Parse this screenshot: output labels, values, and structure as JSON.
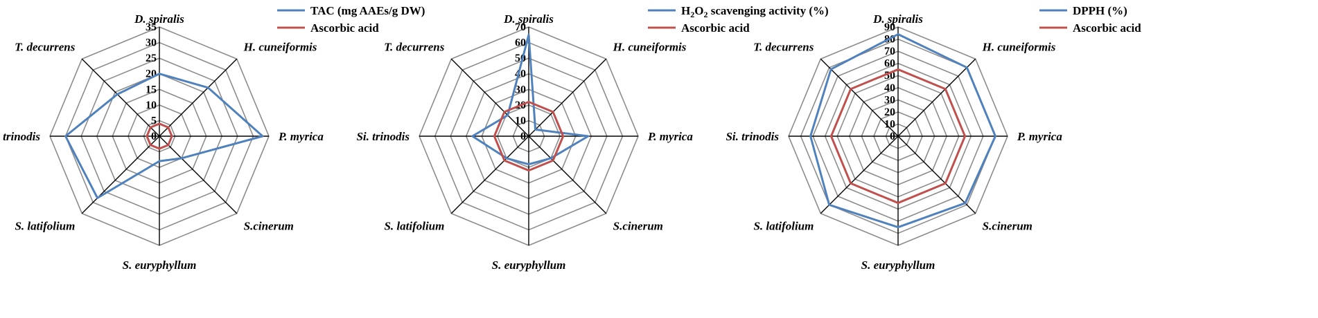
{
  "colors": {
    "series_blue": "#4f81bd",
    "ascorbic_red": "#c0504d",
    "grid": "#8c8c8c",
    "spoke": "#000000"
  },
  "chart_data": [
    {
      "type": "radar",
      "categories": [
        "D. spiralis",
        "H. cuneiformis",
        "P. myrica",
        "S.cinerum",
        "S. euryphyllum",
        "S. latifolium",
        "Si. trinodis",
        "T. decurrens"
      ],
      "rlim": [
        0,
        35
      ],
      "ticks": [
        "0",
        "5",
        "10",
        "15",
        "20",
        "25",
        "30",
        "35"
      ],
      "tick_step": 5,
      "grid": true,
      "legend": "top-right",
      "series": [
        {
          "name_parts": [
            "TAC (mg AAEs/g DW)"
          ],
          "color": "#4f81bd",
          "values": [
            20,
            22,
            33,
            10,
            8,
            28,
            30,
            19
          ]
        },
        {
          "name_parts": [
            "Ascorbic acid"
          ],
          "color": "#c0504d",
          "values": [
            4,
            4,
            4,
            4,
            4,
            4,
            4,
            4
          ]
        }
      ]
    },
    {
      "type": "radar",
      "categories": [
        "D. spiralis",
        "H. cuneiformis",
        "P. myrica",
        "S.cinerum",
        "S. euryphyllum",
        "S. latifolium",
        "Si. trinodis",
        "T. decurrens"
      ],
      "rlim": [
        0,
        70
      ],
      "ticks": [
        "0",
        "10",
        "20",
        "30",
        "40",
        "50",
        "60",
        "70"
      ],
      "tick_step": 10,
      "grid": true,
      "legend": "top-right",
      "series": [
        {
          "name_parts": [
            "H",
            "2",
            "O",
            "2",
            " scavenging activity (%)"
          ],
          "color": "#4f81bd",
          "values": [
            65,
            6,
            38,
            20,
            18,
            20,
            36,
            19
          ]
        },
        {
          "name_parts": [
            "Ascorbic acid"
          ],
          "color": "#c0504d",
          "values": [
            22,
            22,
            22,
            22,
            22,
            22,
            22,
            22
          ]
        }
      ]
    },
    {
      "type": "radar",
      "categories": [
        "D. spiralis",
        "H. cuneiformis",
        "P. myrica",
        "S.cinerum",
        "S. euryphyllum",
        "S. latifolium",
        "Si. trinodis",
        "T. decurrens"
      ],
      "rlim": [
        0,
        90
      ],
      "ticks": [
        "0",
        "10",
        "20",
        "30",
        "40",
        "50",
        "60",
        "70",
        "80",
        "90"
      ],
      "tick_step": 10,
      "grid": true,
      "legend": "top-right",
      "series": [
        {
          "name_parts": [
            "DPPH (%)"
          ],
          "color": "#4f81bd",
          "values": [
            84,
            80,
            80,
            78,
            75,
            80,
            72,
            78
          ]
        },
        {
          "name_parts": [
            "Ascorbic acid"
          ],
          "color": "#c0504d",
          "values": [
            55,
            55,
            55,
            55,
            55,
            55,
            55,
            55
          ]
        }
      ]
    }
  ]
}
